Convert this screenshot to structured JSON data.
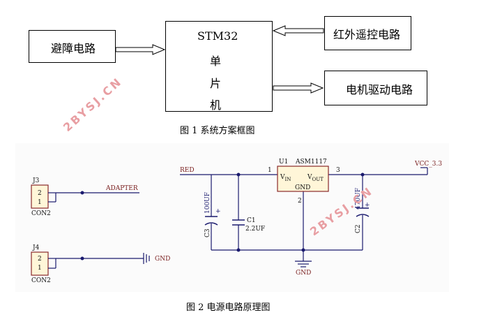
{
  "block_diagram": {
    "mcu_label": "STM32",
    "mcu_chars": [
      "单",
      "片",
      "机"
    ],
    "obstacle": "避障电路",
    "ir_remote": "红外遥控电路",
    "motor_drive": "电机驱动电路",
    "caption": "图 1 系统方案框图"
  },
  "watermark": "2BYSJ.CN",
  "schematic": {
    "caption": "图 2 电源电路原理图",
    "j3": {
      "ref": "J3",
      "pins": [
        "2",
        "1"
      ],
      "value": "CON2",
      "net": "ADAPTER"
    },
    "j4": {
      "ref": "J4",
      "pins": [
        "2",
        "1"
      ],
      "value": "CON2",
      "net": "GND"
    },
    "input_net": "RED",
    "regulator": {
      "ref": "U1",
      "part": "ASM1117",
      "vin_main": "V",
      "vin_sub": "IN",
      "vout_main": "V",
      "vout_sub": "OUT",
      "gnd": "GND",
      "pin_in": "1",
      "pin_out": "3",
      "pin_gnd": "2"
    },
    "c3": {
      "ref": "C3",
      "value": "100UF",
      "pol": "+"
    },
    "c1": {
      "ref": "C1",
      "value": "2.2UF"
    },
    "c2": {
      "ref": "C2",
      "value": "470UF",
      "pol": "+"
    },
    "output_net": "VCC_3.3",
    "ground_label": "GND"
  },
  "colors": {
    "wire": "#1a1a6e",
    "node": "#1a1a6e",
    "text_net": "#7a2020",
    "watermark": "#e89ea2",
    "schematic_bg": "#fbfbfb"
  }
}
